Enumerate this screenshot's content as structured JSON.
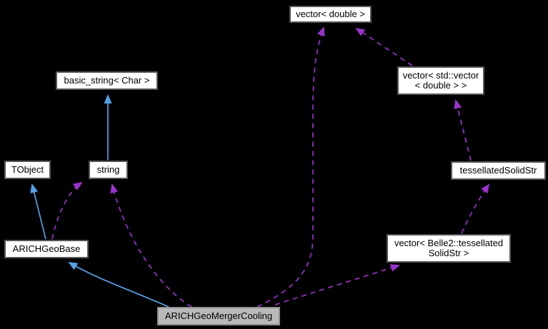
{
  "diagram": {
    "kind": "collaboration-graph",
    "colors": {
      "background": "#000000",
      "inheritance_edge": "#55a1e8",
      "usage_edge": "#9a32cd",
      "node_background": "#ffffff",
      "node_border": "#565656",
      "highlight_node_background": "#b9b9b9",
      "text": "#000000"
    },
    "nodes": {
      "vector_double": {
        "label": "vector< double >"
      },
      "basic_string_char": {
        "label": "basic_string< Char >"
      },
      "vector_std_vector_double": {
        "label": "vector< std::vector\n< double > >"
      },
      "tobject": {
        "label": "TObject"
      },
      "string": {
        "label": "string"
      },
      "tessellated_solid_str": {
        "label": "tessellatedSolidStr"
      },
      "arich_geo_base": {
        "label": "ARICHGeoBase"
      },
      "vector_belle2_tessellated": {
        "label": "vector< Belle2::tessellated\nSolidStr >"
      },
      "arich_geo_merger_cooling": {
        "label": "ARICHGeoMergerCooling",
        "highlighted": true
      }
    },
    "edges": [
      {
        "from": "string",
        "to": "basic_string_char",
        "relation": "inheritance",
        "style": "solid-blue"
      },
      {
        "from": "arich_geo_base",
        "to": "tobject",
        "relation": "inheritance",
        "style": "solid-blue"
      },
      {
        "from": "arich_geo_merger_cooling",
        "to": "arich_geo_base",
        "relation": "inheritance",
        "style": "solid-blue"
      },
      {
        "from": "arich_geo_base",
        "to": "string",
        "relation": "usage",
        "style": "dashed-purple"
      },
      {
        "from": "arich_geo_merger_cooling",
        "to": "string",
        "relation": "usage",
        "style": "dashed-purple"
      },
      {
        "from": "arich_geo_merger_cooling",
        "to": "vector_double",
        "relation": "usage",
        "style": "dashed-purple"
      },
      {
        "from": "arich_geo_merger_cooling",
        "to": "vector_belle2_tessellated",
        "relation": "usage",
        "style": "dashed-purple"
      },
      {
        "from": "vector_belle2_tessellated",
        "to": "tessellated_solid_str",
        "relation": "usage",
        "style": "dashed-purple"
      },
      {
        "from": "tessellated_solid_str",
        "to": "vector_std_vector_double",
        "relation": "usage",
        "style": "dashed-purple"
      },
      {
        "from": "vector_std_vector_double",
        "to": "vector_double",
        "relation": "usage",
        "style": "dashed-purple"
      }
    ]
  }
}
